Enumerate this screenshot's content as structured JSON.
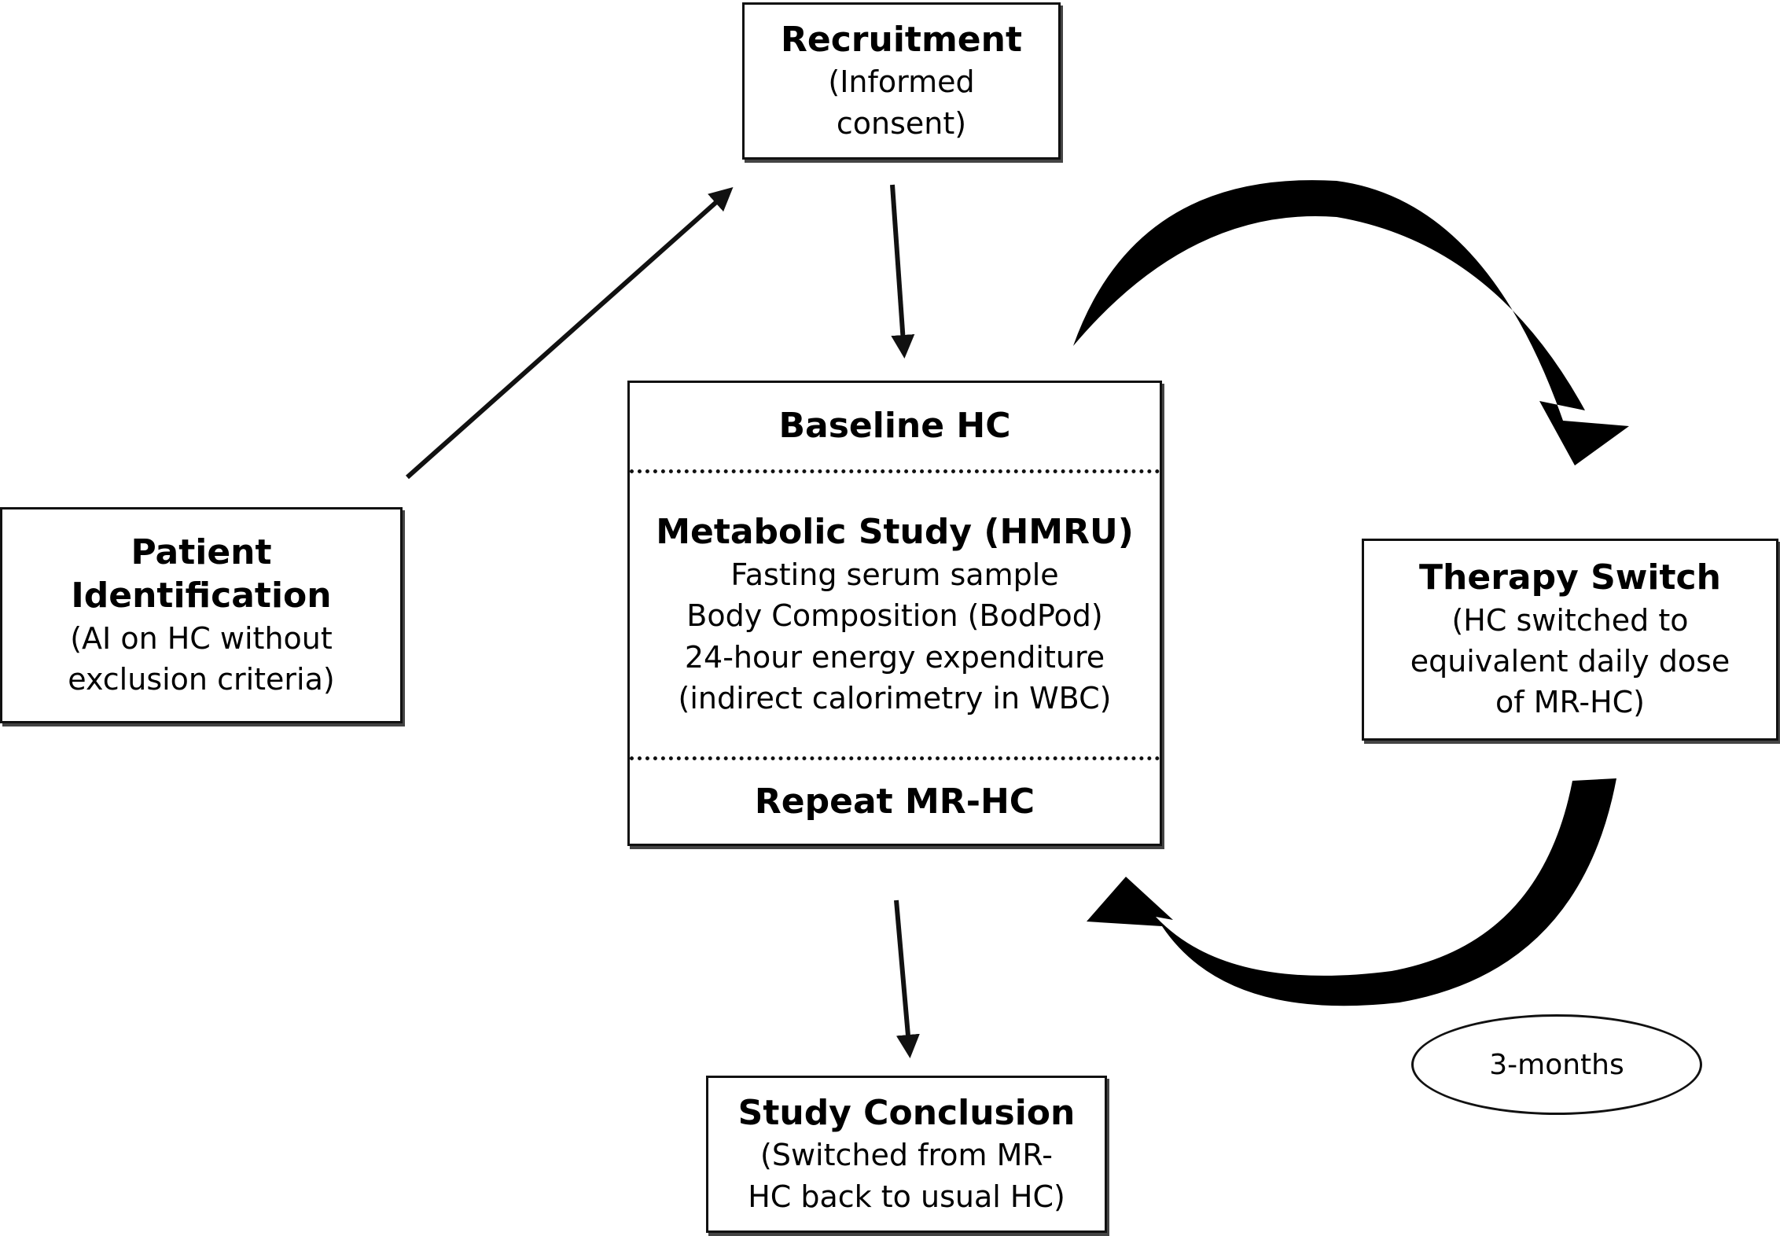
{
  "nodes": {
    "recruitment": {
      "title": "Recruitment",
      "lines": [
        "(Informed",
        "consent)"
      ]
    },
    "patient_identification": {
      "title_lines": [
        "Patient",
        "Identification"
      ],
      "lines": [
        "(AI on HC without",
        "exclusion criteria)"
      ]
    },
    "study_center": {
      "baseline": "Baseline HC",
      "metabolic_title": "Metabolic Study (HMRU)",
      "metabolic_lines": [
        "Fasting serum sample",
        "Body Composition (BodPod)",
        "24-hour energy expenditure",
        "(indirect calorimetry in WBC)"
      ],
      "repeat": "Repeat MR-HC"
    },
    "therapy_switch": {
      "title": "Therapy Switch",
      "lines": [
        "(HC switched to",
        "equivalent daily dose",
        "of MR-HC)"
      ]
    },
    "study_conclusion": {
      "title": "Study Conclusion",
      "lines": [
        "(Switched from MR-",
        "HC back to usual HC)"
      ]
    }
  },
  "duration_label": "3-months",
  "edges": [
    {
      "from": "patient_identification",
      "to": "recruitment",
      "style": "thin-arrow"
    },
    {
      "from": "recruitment",
      "to": "study_center",
      "style": "thin-arrow"
    },
    {
      "from": "study_center",
      "to": "therapy_switch",
      "style": "thick-curved-arrow"
    },
    {
      "from": "therapy_switch",
      "to": "study_center",
      "style": "thick-curved-arrow"
    },
    {
      "from": "study_center",
      "to": "study_conclusion",
      "style": "thin-arrow"
    }
  ]
}
